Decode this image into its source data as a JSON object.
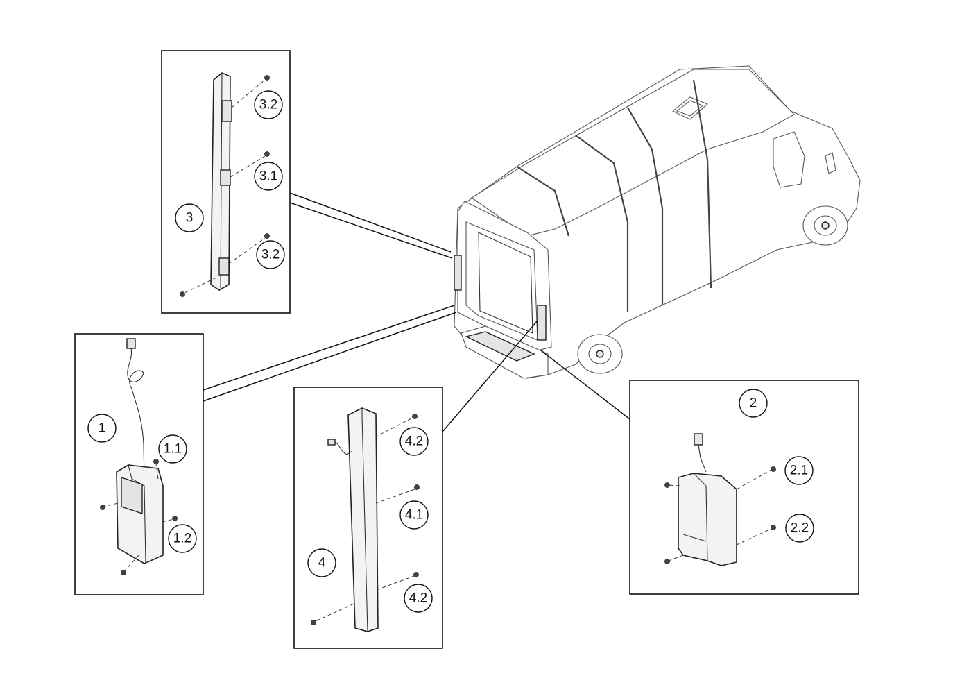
{
  "callouts": {
    "c1": "1",
    "c1_1": "1.1",
    "c1_2": "1.2",
    "c2": "2",
    "c2_1": "2.1",
    "c2_2": "2.2",
    "c3": "3",
    "c3_1": "3.1",
    "c3_2a": "3.2",
    "c3_2b": "3.2",
    "c4": "4",
    "c4_1": "4.1",
    "c4_2a": "4.2",
    "c4_2b": "4.2"
  },
  "icons": {
    "screw": "screw-icon",
    "connector": "connector-icon"
  }
}
